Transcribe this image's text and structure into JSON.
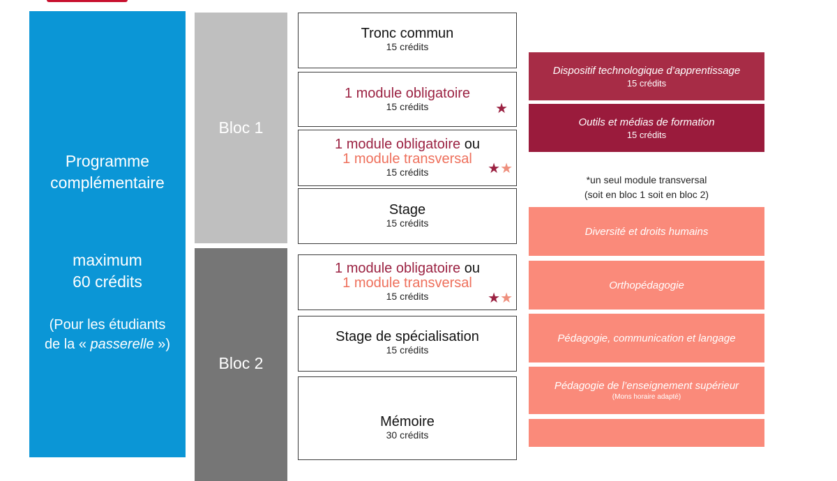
{
  "colors": {
    "programme_bg": "#0b96d6",
    "bloc1_bg": "#bfbfbf",
    "bloc2_bg": "#767676",
    "obligatoire_text": "#9b2242",
    "transversal_text": "#ee6f5b",
    "module_dark_1": "#a72c46",
    "module_dark_2": "#9a1b3c",
    "module_salmon": "#fa8a7a"
  },
  "programme": {
    "line1": "Programme",
    "line2": "complémentaire",
    "max_line1": "maximum",
    "max_line2": "60 crédits",
    "note_line1": "(Pour les étudiants",
    "note_prefix": "de la « ",
    "note_italic": "passerelle",
    "note_suffix": " »)"
  },
  "blocs": {
    "bloc1": "Bloc 1",
    "bloc2": "Bloc 2"
  },
  "boxes": {
    "tronc": {
      "title": "Tronc commun",
      "credits": "15 crédits"
    },
    "oblig1": {
      "title": "1 module obligatoire",
      "credits": "15 crédits",
      "stars": "★"
    },
    "choice1": {
      "oblig": "1 module obligatoire",
      "ou": " ou",
      "transv": "1 module transversal",
      "credits": "15 crédits",
      "star_a": "★",
      "star_b": "★"
    },
    "stage": {
      "title": "Stage",
      "credits": "15 crédits"
    },
    "choice2": {
      "oblig": "1 module obligatoire",
      "ou": " ou",
      "transv": "1 module transversal",
      "credits": "15 crédits",
      "star_a": "★",
      "star_b": "★"
    },
    "stage_spec": {
      "title": "Stage de spécialisation",
      "credits": "15 crédits"
    },
    "memoire": {
      "title": "Mémoire",
      "credits": "30 crédits"
    }
  },
  "modules_obligatoires": [
    {
      "title": "Dispositif technologique d’apprentissage",
      "credits": "15 crédits"
    },
    {
      "title": "Outils et médias de formation",
      "credits": "15 crédits"
    }
  ],
  "transversal_note": {
    "line1": "*un seul module transversal",
    "line2": "(soit en bloc 1 soit en bloc 2)"
  },
  "modules_transversaux": [
    {
      "title": "Diversité et droits humains"
    },
    {
      "title": "Orthopédagogie"
    },
    {
      "title": "Pédagogie, communication et langage"
    },
    {
      "title": "Pédagogie de l’enseignement supérieur",
      "sub": "(Mons horaire adapté)"
    }
  ]
}
